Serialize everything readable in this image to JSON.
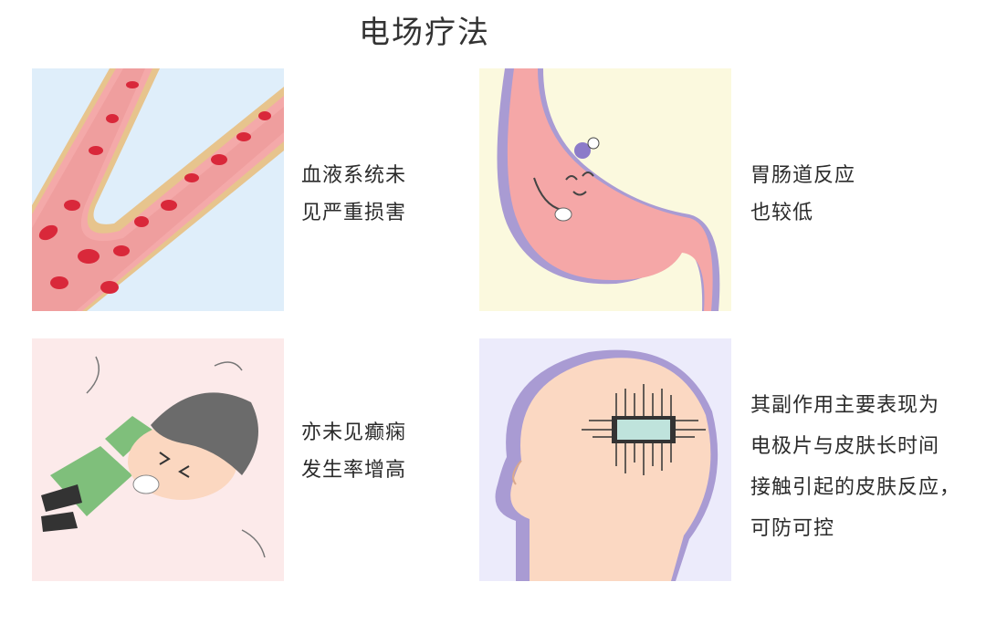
{
  "title": "电场疗法",
  "panels": [
    {
      "icon": "blood-vessel-illustration",
      "lines": [
        "血液系统未",
        "见严重损害"
      ]
    },
    {
      "icon": "stomach-illustration",
      "lines": [
        "胃肠道反应",
        "也较低"
      ]
    },
    {
      "icon": "fallen-boy-illustration",
      "lines": [
        "亦未见癫痫",
        "发生率增高"
      ]
    },
    {
      "icon": "head-chip-illustration",
      "lines": [
        "其副作用主要表现为",
        "电极片与皮肤长时间",
        "接触引起的皮肤反应，",
        "可防可控"
      ]
    }
  ]
}
